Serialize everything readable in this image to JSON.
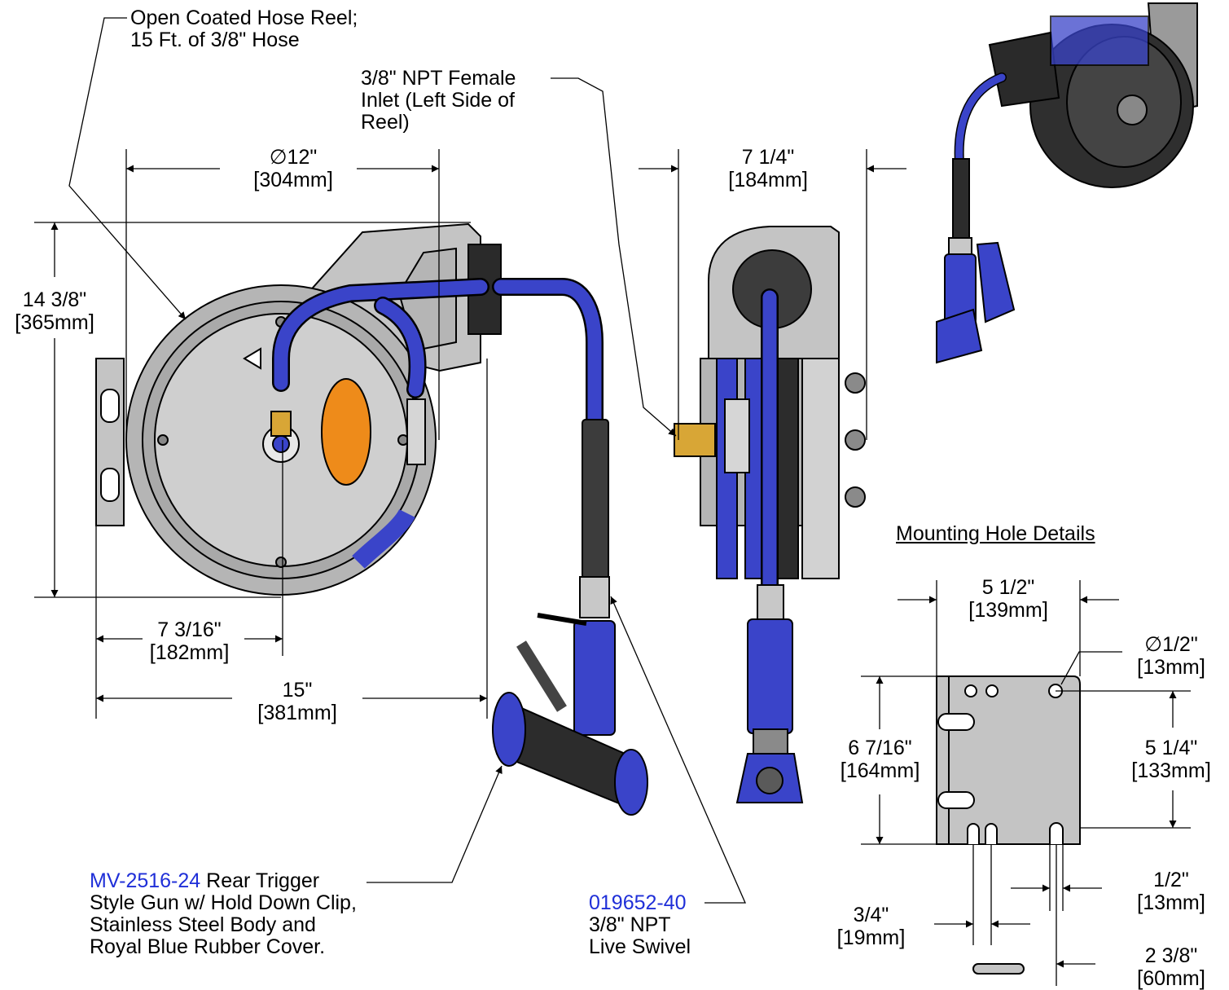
{
  "colors": {
    "hose_blue": "#3a44c9",
    "gray": "#c4c4c4",
    "dark": "#2a2a2a",
    "part_number": "#1f2fd8",
    "caution": "#ee8b1a"
  },
  "callouts": {
    "reel_line1": "Open Coated Hose Reel;",
    "reel_line2": "15 Ft. of 3/8\" Hose",
    "inlet_line1": "3/8\" NPT Female",
    "inlet_line2": "Inlet (Left Side of",
    "inlet_line3": "Reel)",
    "gun_part": "MV-2516-24",
    "gun_line1_rest": " Rear Trigger",
    "gun_line2": "Style Gun w/ Hold Down Clip,",
    "gun_line3": "Stainless Steel Body and",
    "gun_line4": "Royal Blue Rubber Cover.",
    "swivel_part": "019652-40",
    "swivel_line2": "3/8\" NPT",
    "swivel_line3": "Live Swivel"
  },
  "dims": {
    "dia_in": "12\"",
    "dia_mm": "304mm",
    "height_in": "14 3/8\"",
    "height_mm": "365mm",
    "center_in": "7 3/16\"",
    "center_mm": "182mm",
    "width_in": "15\"",
    "width_mm": "381mm",
    "depth_in": "7 1/4\"",
    "depth_mm": "184mm"
  },
  "mount": {
    "title": "Mounting Hole Details",
    "w_in": "5 1/2\"",
    "w_mm": "139mm",
    "hole_in": "1/2\"",
    "hole_mm": "13mm",
    "h_in": "6 7/16\"",
    "h_mm": "164mm",
    "hole_spacing_in": "5 1/4\"",
    "hole_spacing_mm": "133mm",
    "slot_in": "1/2\"",
    "slot_mm": "13mm",
    "slot_w_in": "3/4\"",
    "slot_w_mm": "19mm",
    "offset_in": "2 3/8\"",
    "offset_mm": "60mm"
  }
}
